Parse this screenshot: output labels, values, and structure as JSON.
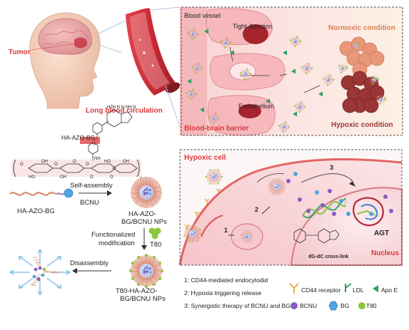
{
  "top_left": {
    "tumor_label": "Tumor",
    "circulation_label": "Long blood circulation"
  },
  "top_right": {
    "blood_vessel": "Blood vessel",
    "tight_junction": "Tight Junction",
    "endothelium": "Endothelium",
    "bbb": "Blood-brain barrier",
    "normoxic": "Normoxic condition",
    "hypoxic": "Hypoxic condition"
  },
  "chemistry": {
    "ha_azo_bg": "HA-AZO-BG",
    "bg_group": "H2N N N NH N",
    "saccharide_marks": [
      "NH",
      "O",
      "OH",
      "HO",
      "O",
      "O",
      "OH",
      "O",
      "HO",
      "O",
      "OH",
      "O",
      "n"
    ]
  },
  "flow": {
    "polymer_label": "HA-AZO-BG",
    "self_assembly": "Self-assembly",
    "bcnu": "BCNU",
    "np_label_1": "HA-AZO-",
    "np_label_2": "BG/BCNU NPs",
    "functionalized_1": "Functionalized",
    "functionalized_2": "modification",
    "t80": "T80",
    "disassembly": "Disassembly",
    "t80_np_label_1": "T80-HA-AZO-",
    "t80_np_label_2": "BG/BCNU NPs"
  },
  "hypoxic_cell": {
    "title": "Hypoxic cell",
    "nucleus": "Nucleus",
    "agt": "AGT",
    "crosslink": "dG-dC cross-link",
    "step_numbers": [
      "1",
      "2",
      "3"
    ]
  },
  "legend": {
    "steps": [
      "1: CD44-mediated endocytodid",
      "2: Hypoxia triggering release",
      "3: Synergistic therapy of BCNU and BG"
    ],
    "cd44": "CD44 receptor",
    "ldl": "LDL",
    "apoe": "Apo E",
    "bcnu": "BCNU",
    "bg": "BG",
    "t80": "T80"
  },
  "colors": {
    "red_label": "#d9383a",
    "vessel": "#c8323a",
    "membrane_pink": "#f1b7bd",
    "tumor_normoxic": "#e89878",
    "tumor_hypoxic": "#9b3636",
    "apoe_green": "#2aa25d",
    "bcnu_purple": "#8c5bc2",
    "bg_blue": "#4ea8dd",
    "t80_green": "#8cc63f",
    "cd44_gold": "#e0b24a",
    "frame_dash": "#555555"
  }
}
